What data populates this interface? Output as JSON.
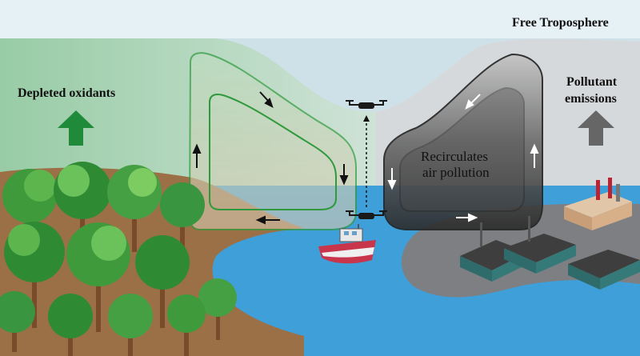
{
  "labels": {
    "free_troposphere": "Free Troposphere",
    "depleted_oxidants": "Depleted oxidants",
    "pollutant_line1": "Pollutant",
    "pollutant_line2": "emissions",
    "recirc_line1": "Recirculates",
    "recirc_line2": "air pollution"
  },
  "colors": {
    "sky_top": "#dfeef5",
    "sky_band": "#c9dde6",
    "green_panel": "#a7cfae",
    "grey_panel": "#d3d6d8",
    "water": "#3f9fd9",
    "land_brown": "#9b7046",
    "land_grey": "#7d7f82",
    "loop_green": "#2f9a3c",
    "loop_black": "#222222",
    "arrow_green": "#1f8a3a",
    "arrow_grey": "#666666",
    "boat_hull": "#c9364c"
  },
  "icons": [
    "up-arrow-green",
    "up-arrow-grey",
    "drone-icon",
    "boat-icon",
    "factory-icon",
    "tree-icon"
  ]
}
